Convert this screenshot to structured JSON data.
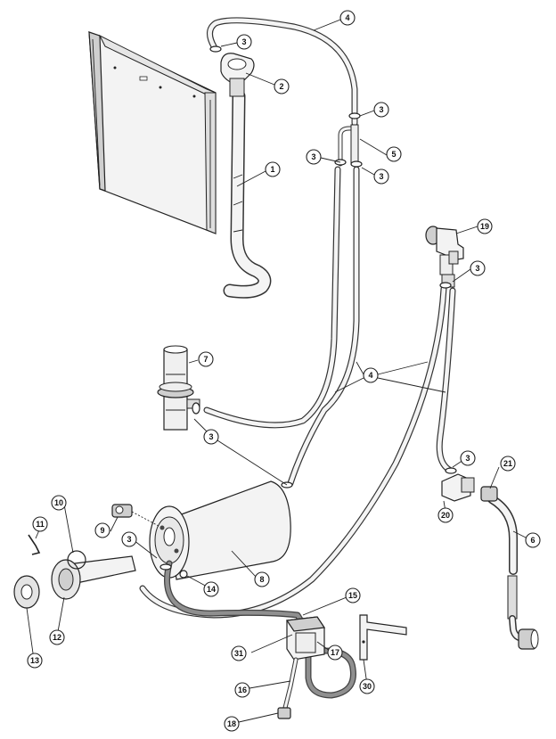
{
  "diagram": {
    "callouts": [
      {
        "id": "c1",
        "label": "1"
      },
      {
        "id": "c2",
        "label": "2"
      },
      {
        "id": "c3a",
        "label": "3"
      },
      {
        "id": "c3b",
        "label": "3"
      },
      {
        "id": "c3c",
        "label": "3"
      },
      {
        "id": "c3d",
        "label": "3"
      },
      {
        "id": "c3e",
        "label": "3"
      },
      {
        "id": "c3f",
        "label": "3"
      },
      {
        "id": "c3g",
        "label": "3"
      },
      {
        "id": "c3h",
        "label": "3"
      },
      {
        "id": "c4a",
        "label": "4"
      },
      {
        "id": "c4b",
        "label": "4"
      },
      {
        "id": "c5",
        "label": "5"
      },
      {
        "id": "c6",
        "label": "6"
      },
      {
        "id": "c7",
        "label": "7"
      },
      {
        "id": "c8",
        "label": "8"
      },
      {
        "id": "c9",
        "label": "9"
      },
      {
        "id": "c10",
        "label": "10"
      },
      {
        "id": "c11",
        "label": "11"
      },
      {
        "id": "c12",
        "label": "12"
      },
      {
        "id": "c13",
        "label": "13"
      },
      {
        "id": "c14",
        "label": "14"
      },
      {
        "id": "c15",
        "label": "15"
      },
      {
        "id": "c16",
        "label": "16"
      },
      {
        "id": "c17",
        "label": "17"
      },
      {
        "id": "c18",
        "label": "18"
      },
      {
        "id": "c19",
        "label": "19"
      },
      {
        "id": "c20",
        "label": "20"
      },
      {
        "id": "c21",
        "label": "21"
      },
      {
        "id": "c30",
        "label": "30"
      },
      {
        "id": "c31",
        "label": "31"
      }
    ]
  }
}
